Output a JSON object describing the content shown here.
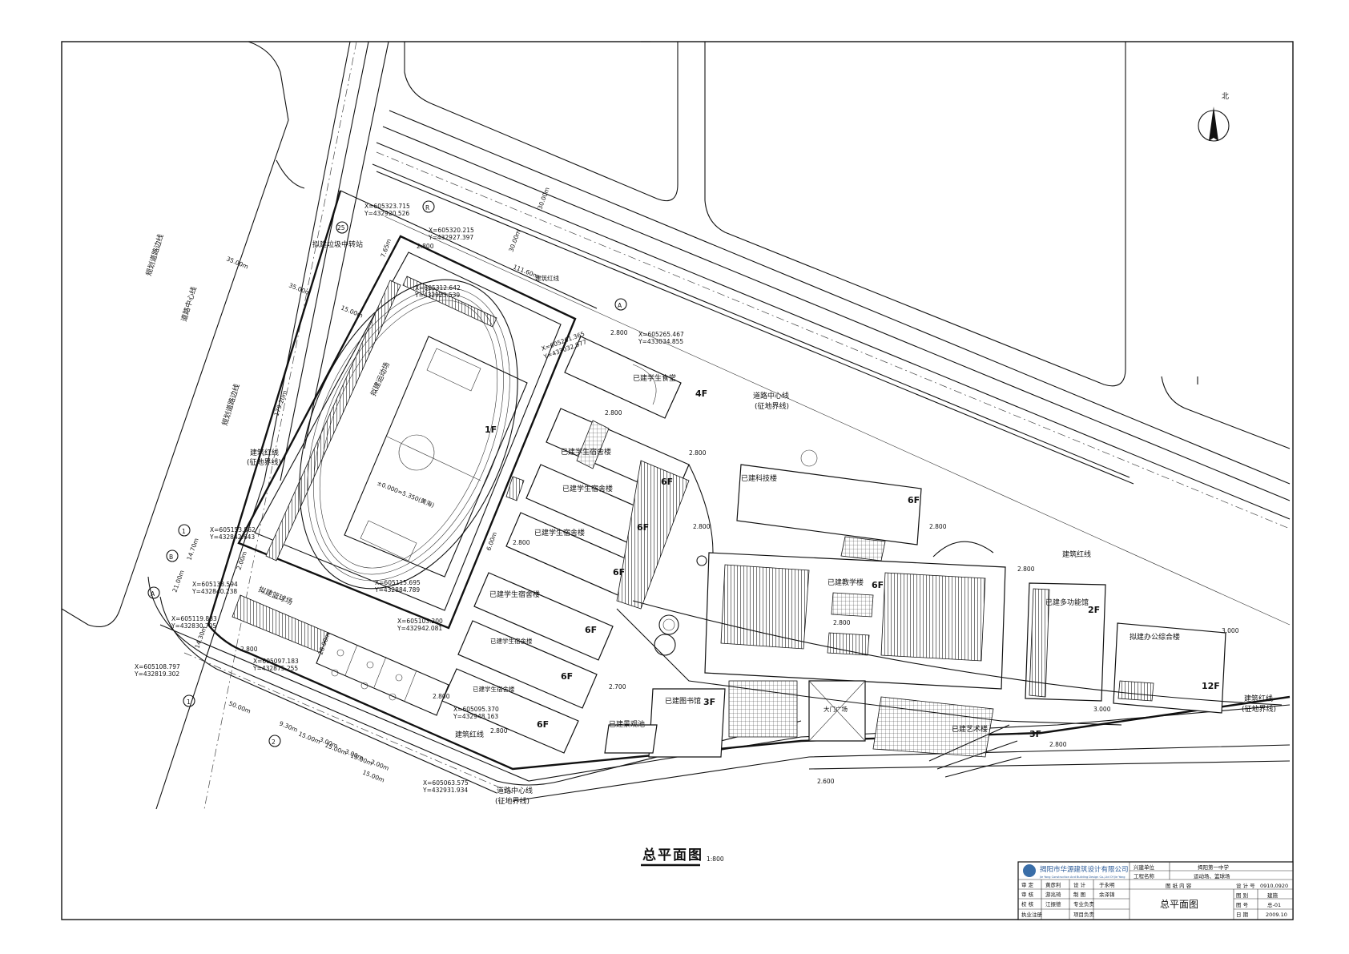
{
  "drawing_title": "总平面图",
  "scale": "1:800",
  "north_label": "北",
  "buildings": [
    {
      "name": "拟建运动场",
      "floors": "1F"
    },
    {
      "name": "拟建篮球场"
    },
    {
      "name": "已建学生食堂",
      "floors": "4F"
    },
    {
      "name": "已建学生宿舍楼",
      "floors": "6F"
    },
    {
      "name": "已建学生宿舍楼",
      "floors": "6F"
    },
    {
      "name": "已建学生宿舍楼",
      "floors": "6F"
    },
    {
      "name": "已建学生宿舍楼",
      "floors": "6F"
    },
    {
      "name": "已建学生宿舍楼",
      "floors": "6F"
    },
    {
      "name": "已建学生宿舍楼",
      "floors": "6F"
    },
    {
      "name": "已建科技楼",
      "floors": "6F"
    },
    {
      "name": "已建教学楼",
      "floors": "6F"
    },
    {
      "name": "已建多功能馆",
      "floors": "2F"
    },
    {
      "name": "拟建办公综合楼",
      "floors": "12F"
    },
    {
      "name": "已建图书馆",
      "floors": "3F"
    },
    {
      "name": "已建景观池"
    },
    {
      "name": "已建艺术楼",
      "floors": "3F"
    },
    {
      "name": "大门广场"
    }
  ],
  "labels": {
    "planned_road_edge": "规划道路边线",
    "road_center": "道路中心线",
    "red_line": "建筑红线",
    "land_boundary": "(征地界线)",
    "transfer_station": "拟建垃圾中转站",
    "elevation": "±0.000=5.350(黄海)"
  },
  "coords": [
    {
      "x": "X=605323.715",
      "y": "Y=432920.526"
    },
    {
      "x": "X=605320.215",
      "y": "Y=432927.397"
    },
    {
      "x": "X=605312.642",
      "y": "Y=432923.539"
    },
    {
      "x": "X=605265.467",
      "y": "Y=433034.855"
    },
    {
      "x": "X=605261.365",
      "y": "Y=433032.977"
    },
    {
      "x": "X=605153.862",
      "y": "Y=432842.643"
    },
    {
      "x": "X=605138.594",
      "y": "Y=432840.238"
    },
    {
      "x": "X=605119.883",
      "y": "Y=432830.705"
    },
    {
      "x": "X=605108.797",
      "y": "Y=432819.302"
    },
    {
      "x": "X=605097.183",
      "y": "Y=432875.255"
    },
    {
      "x": "X=605115.695",
      "y": "Y=432884.789"
    },
    {
      "x": "X=605103.200",
      "y": "Y=432942.081"
    },
    {
      "x": "X=605095.370",
      "y": "Y=432948.163"
    },
    {
      "x": "X=605063.575",
      "y": "Y=432931.934"
    }
  ],
  "dimensions": [
    "35.00m",
    "35.00m",
    "15.00m",
    "179.20m",
    "111.60m",
    "30.00m",
    "30.00m",
    "14.70m",
    "21.00m",
    "14.30m",
    "50.00m",
    "15.00m",
    "15.00m",
    "15.00m",
    "15.00m",
    "9.30m",
    "3.00m",
    "3.00m",
    "3.00m",
    "7.65m",
    "2.00m",
    "28.00m",
    "6.00m"
  ],
  "grid_marks": [
    "R",
    "25",
    "A",
    "A",
    "B",
    "1",
    "1",
    "2"
  ],
  "elevations": [
    "2.800",
    "2.800",
    "2.800",
    "2.800",
    "2.800",
    "2.800",
    "2.800",
    "2.800",
    "2.800",
    "2.800",
    "2.800",
    "2.800",
    "2.800",
    "2.600",
    "2.700",
    "3.000",
    "3.000"
  ],
  "title_block": {
    "company": "揭阳市华源建筑设计有限公司",
    "company_en": "Jie Yang Construction And Building Design Co.,Ltd Of Jie Yang",
    "client_label": "兴建单位",
    "client": "揭阳第一中学",
    "project_label": "工程名称",
    "project": "运动场、篮球场",
    "drawing_content_label": "图  纸  内  容",
    "drawing_content": "总平面图",
    "design_no_label": "设 计 号",
    "design_no": "0910,0920",
    "category_label": "图  别",
    "category": "建施",
    "sheet_label": "图  号",
    "sheet": "总-01",
    "date_label": "日  期",
    "date": "2009.10",
    "rows": [
      {
        "role": "审  定",
        "name": "黄彦利",
        "role2": "设  计",
        "name2": "于永明"
      },
      {
        "role": "审  核",
        "name": "游兆琦",
        "role2": "制  图",
        "name2": "余泽锦"
      },
      {
        "role": "校  核",
        "name": "江振德",
        "role2": "专业负责",
        "name2": ""
      },
      {
        "role": "执业注册",
        "name": "",
        "role2": "项目负责",
        "name2": ""
      }
    ]
  }
}
